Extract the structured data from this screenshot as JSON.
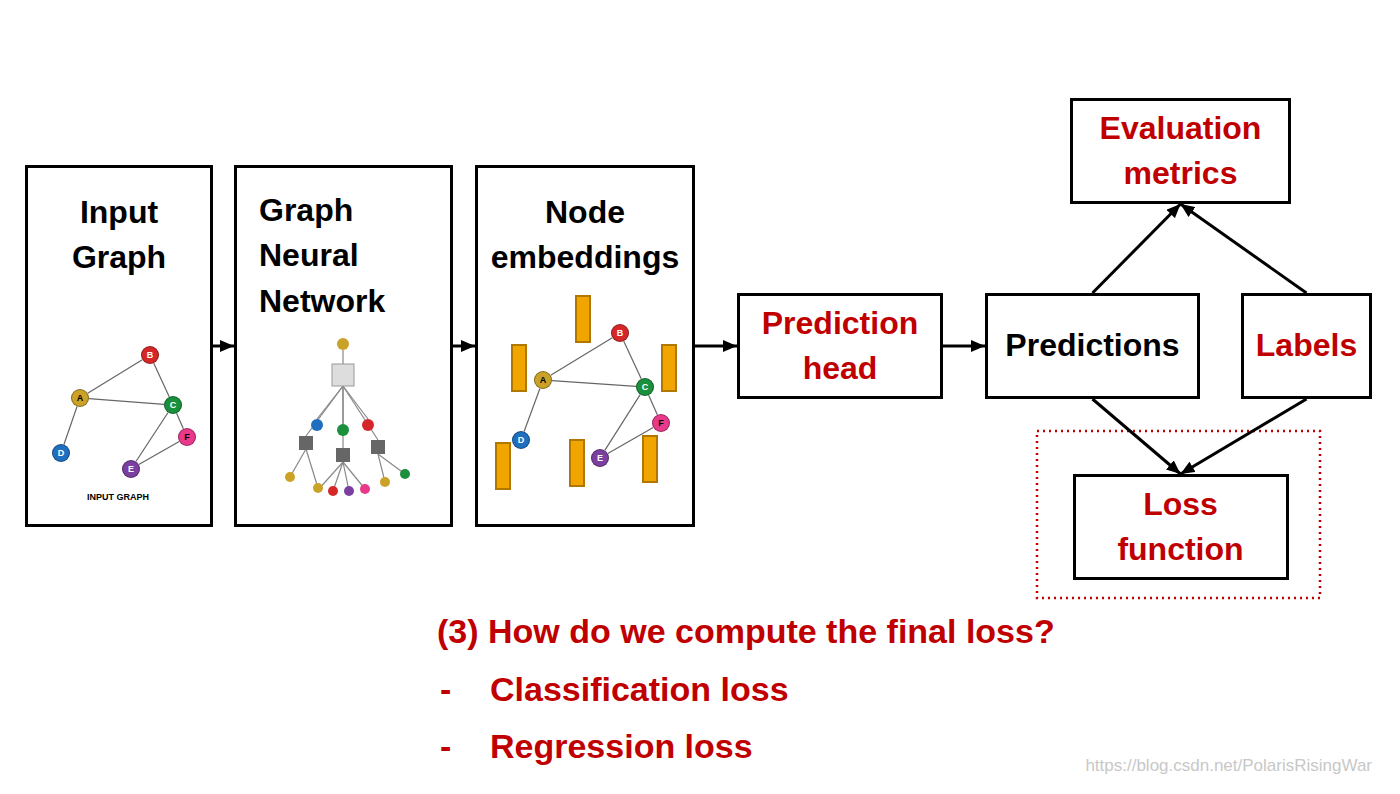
{
  "diagram": {
    "nodes": [
      {
        "text": [
          "Input Graph"
        ]
      },
      {
        "text": [
          "A"
        ],
        "in": 0
      },
      {
        "text": [
          "B"
        ],
        "in": 0
      },
      {
        "text": [
          "C"
        ],
        "in": 0
      },
      {
        "text": [
          "D"
        ],
        "in": 0
      },
      {
        "text": [
          "E"
        ],
        "in": 0
      },
      {
        "text": [
          "F"
        ],
        "in": 0
      },
      {
        "text": [
          "Graph Neural Network"
        ]
      },
      {
        "text": [
          "Node embeddings"
        ]
      },
      {
        "text": [
          "A"
        ],
        "in": 8
      },
      {
        "text": [
          "B"
        ],
        "in": 8
      },
      {
        "text": [
          "C"
        ],
        "in": 8
      },
      {
        "text": [
          "D"
        ],
        "in": 8
      },
      {
        "text": [
          "E"
        ],
        "in": 8
      },
      {
        "text": [
          "F"
        ],
        "in": 8
      },
      {
        "text": [
          "Prediction head"
        ]
      },
      {
        "text": [
          "Evaluation metrics"
        ]
      },
      {
        "text": [
          "Predictions"
        ]
      },
      {
        "text": [
          "Labels"
        ]
      },
      {
        "text": [
          "Loss function"
        ]
      }
    ],
    "edges": [
      {
        "from": 0,
        "to": 7,
        "arrow": "to"
      },
      {
        "from": 7,
        "to": 8,
        "arrow": "to"
      },
      {
        "from": 8,
        "to": 15,
        "arrow": "to"
      },
      {
        "from": 15,
        "to": 17,
        "arrow": "to"
      },
      {
        "from": 17,
        "to": 16,
        "arrow": "to"
      },
      {
        "from": 18,
        "to": 16,
        "arrow": "to"
      },
      {
        "from": 17,
        "to": 19,
        "arrow": "to"
      },
      {
        "from": 18,
        "to": 19,
        "arrow": "to"
      },
      {
        "from": 1,
        "to": 2,
        "arrow": "none"
      },
      {
        "from": 1,
        "to": 3,
        "arrow": "none"
      },
      {
        "from": 1,
        "to": 4,
        "arrow": "none"
      },
      {
        "from": 2,
        "to": 3,
        "arrow": "none"
      },
      {
        "from": 3,
        "to": 5,
        "arrow": "none"
      },
      {
        "from": 3,
        "to": 6,
        "arrow": "none"
      },
      {
        "from": 5,
        "to": 6,
        "arrow": "none"
      },
      {
        "from": 9,
        "to": 10,
        "arrow": "none"
      },
      {
        "from": 9,
        "to": 11,
        "arrow": "none"
      },
      {
        "from": 9,
        "to": 12,
        "arrow": "none"
      },
      {
        "from": 10,
        "to": 11,
        "arrow": "none"
      },
      {
        "from": 11,
        "to": 13,
        "arrow": "none"
      },
      {
        "from": 11,
        "to": 14,
        "arrow": "none"
      },
      {
        "from": 13,
        "to": 14,
        "arrow": "none"
      }
    ],
    "labels": [
      "INPUT GRAPH",
      "(3) How do we compute the final loss?",
      "-",
      "Classification loss",
      "-",
      "Regression loss",
      "https://blog.csdn.net/PolarisRisingWar"
    ]
  }
}
